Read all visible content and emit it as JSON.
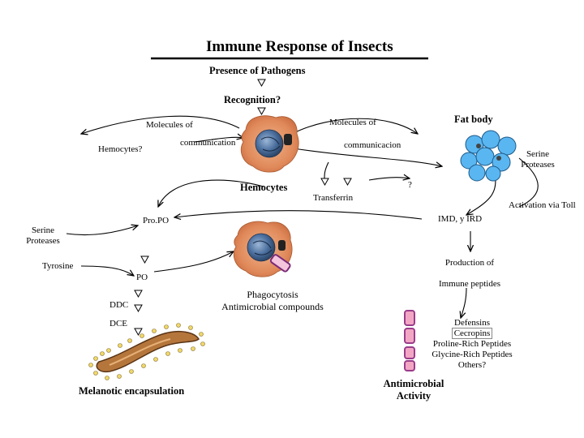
{
  "diagram": {
    "title": "Immune Response of Insects",
    "presence": "Presence of Pathogens",
    "recognition": "Recognition?",
    "molecules_left_1": "Molecules of",
    "molecules_left_2": "communication",
    "molecules_right_1": "Molecules of",
    "molecules_right_2": "communicacion",
    "fat_body": "Fat body",
    "hemocytes_q": "Hemocytes?",
    "hemocytes": "Hemocytes",
    "transferrin": "Transferrin",
    "question": "?",
    "serine_right_1": "Serine",
    "serine_right_2": "Proteases",
    "activation_toll": "Activation via Toll",
    "imd": "IMD, y IRD",
    "propo": "Pro.PO",
    "serine_left_1": "Serine",
    "serine_left_2": "Proteases",
    "tyrosine": "Tyrosine",
    "po": "PO",
    "production_1": "Production of",
    "production_2": "Immune peptides",
    "phago_1": "Phagocytosis",
    "phago_2": "Antimicrobial compounds",
    "ddc": "DDC",
    "dce": "DCE",
    "melanotic": "Melanotic encapsulation",
    "defensins": "Defensins",
    "cecropins": "Cecropins",
    "proline": "Proline-Rich Peptides",
    "glycine": "Glycine-Rich Peptides",
    "others": "Others?",
    "antimicrobial_1": "Antimicrobial",
    "antimicrobial_2": "Activity"
  },
  "colors": {
    "cell_orange": "#e0895a",
    "nucleus_blue": "#4b6f9e",
    "fatbody_blue": "#5ab6f0",
    "peptide_pink": "#f2a6c4",
    "peptide_purple": "#9a3c8a",
    "worm": "#b5763c"
  }
}
